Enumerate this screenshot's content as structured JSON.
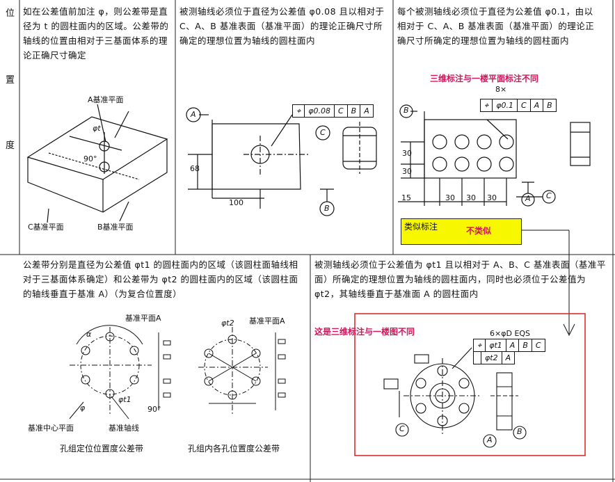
{
  "side_labels": [
    "位",
    "置",
    "度"
  ],
  "cells": {
    "c1": {
      "text": "如在公差值前加注 φ，则公差带是直径为 t 的圆柱面内的区域。公差带的轴线的位置由相对于三基面体系的理论正确尺寸确定",
      "labels": {
        "a": "A基准平面",
        "b": "B基准平面",
        "c": "C基准平面",
        "angle": "90°",
        "phi": "φt"
      }
    },
    "c2": {
      "text": "被测轴线必须位于直径为公差值 φ0.08 且以相对于 C、A、B 基准表面（基准平面）的理论正确尺寸所确定的理想位置为轴线的圆柱面内",
      "fcf": [
        "⌖",
        "φ0.08",
        "C",
        "B",
        "A"
      ],
      "dims": {
        "h": "68",
        "w": "100"
      },
      "datums": {
        "a": "A",
        "b": "B",
        "c": "C"
      }
    },
    "c3": {
      "text": "每个被测轴线必须位于直径为公差值 φ0.1，由以相对于 C、A、B 基准表面（基准平面）的理论正确尺寸所确定的理想位置为轴线的圆柱面内",
      "note": "三维标注与一楼平面标注不同",
      "qty": "8×",
      "fcf": [
        "⌖",
        "φ0.1",
        "C",
        "A",
        "B"
      ],
      "dims": {
        "v1": "30",
        "v2": "30",
        "h0": "15",
        "h1": "30",
        "h2": "30",
        "h3": "30"
      },
      "datums": {
        "a": "A",
        "b": "B",
        "c": "C"
      }
    },
    "c4": {
      "text": "公差带分别是直径为公差值 φt1 的圆柱面内的区域（该圆柱面轴线相对于三基面体系确定）和公差带为 φt2 的圆柱面内的区域（该圆柱面的轴线垂直于基准 A）（为复合位置度）",
      "labels": {
        "datum_a1": "基准平面A",
        "datum_a2": "基准平面A",
        "alpha": "α",
        "phi": "φ",
        "t1": "φt1",
        "t2": "φt2",
        "angle": "90°",
        "center": "基准中心平面",
        "axis": "基准轴线"
      },
      "captions": [
        "孔组定位位置度公差带",
        "孔组内各孔位置度公差带"
      ]
    },
    "c5": {
      "text": "被测轴线必须位于公差值为 φt1 且以相对于 A、B、C 基准表面（基准平面）所确定的理想位置为轴线的圆柱面内，同时也必须位于公差值为 φt2，其轴线垂直于基准面 A 的圆柱面内",
      "note": "这是三维标注与一楼图不同",
      "qty": "6×φD  EQS",
      "fcf1": [
        "⌖",
        "φt1",
        "A",
        "B",
        "C"
      ],
      "fcf2": [
        "",
        "φt2",
        "A"
      ],
      "datums": {
        "a": "A",
        "b": "B",
        "c": "C"
      }
    }
  },
  "yellow_box": {
    "left": "类似标注",
    "right": "不类似"
  },
  "colors": {
    "accent": "#d4145a",
    "highlight": "#f7f700",
    "frame": "#d92020"
  }
}
